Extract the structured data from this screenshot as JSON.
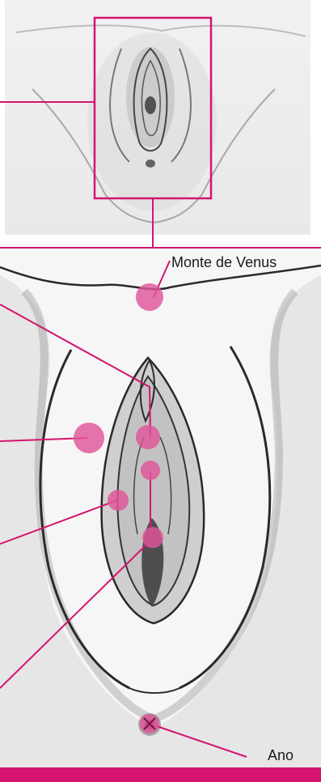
{
  "labels": {
    "monte_de_venus": "Monte de Venus",
    "ano": "Ano"
  },
  "colors": {
    "accent": "#d4146f",
    "marker": "#e0559a",
    "pencil": "#2a2a2a",
    "shading": "#9a9a9a",
    "paper": "#f4f4f4"
  },
  "markers": [
    {
      "name": "monte-de-venus-marker"
    },
    {
      "name": "labia-majora-marker"
    },
    {
      "name": "clitoris-marker"
    },
    {
      "name": "urethra-marker"
    },
    {
      "name": "labia-minora-marker"
    },
    {
      "name": "vaginal-opening-marker"
    },
    {
      "name": "anus-marker"
    }
  ]
}
